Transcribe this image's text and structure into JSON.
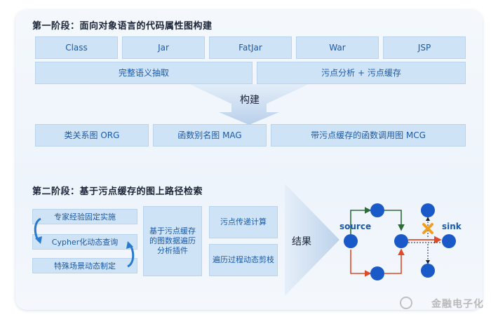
{
  "stage1": {
    "title": "第一阶段：面向对象语言的代码属性图构建",
    "row1": [
      "Class",
      "Jar",
      "FatJar",
      "War",
      "JSP"
    ],
    "row2": [
      "完整语义抽取",
      "污点分析 + 污点缓存"
    ],
    "build_label": "构建",
    "row3": [
      "类关系图 ORG",
      "函数别名图 MAG",
      "带污点缓存的函数调用图 MCG"
    ]
  },
  "stage2": {
    "title": "第二阶段：基于污点缓存的图上路径检索",
    "left_items": [
      "专家经验固定实施",
      "Cypher化动态查询",
      "特殊场景动态制定"
    ],
    "middle_box": "基于污点缓存的图数据遍历分析插件",
    "right_boxes": [
      "污点传递计算",
      "遍历过程动态剪枝"
    ],
    "result_label": "结果",
    "source_label": "source",
    "sink_label": "sink"
  },
  "watermark": "金融电子化",
  "colors": {
    "box_fill": "#cfe3f6",
    "box_text": "#1a5aa8",
    "node": "#1a5ac8",
    "arrow_green": "#2f6b3a",
    "arrow_red": "#e04a2b",
    "cross": "#f0a020"
  }
}
